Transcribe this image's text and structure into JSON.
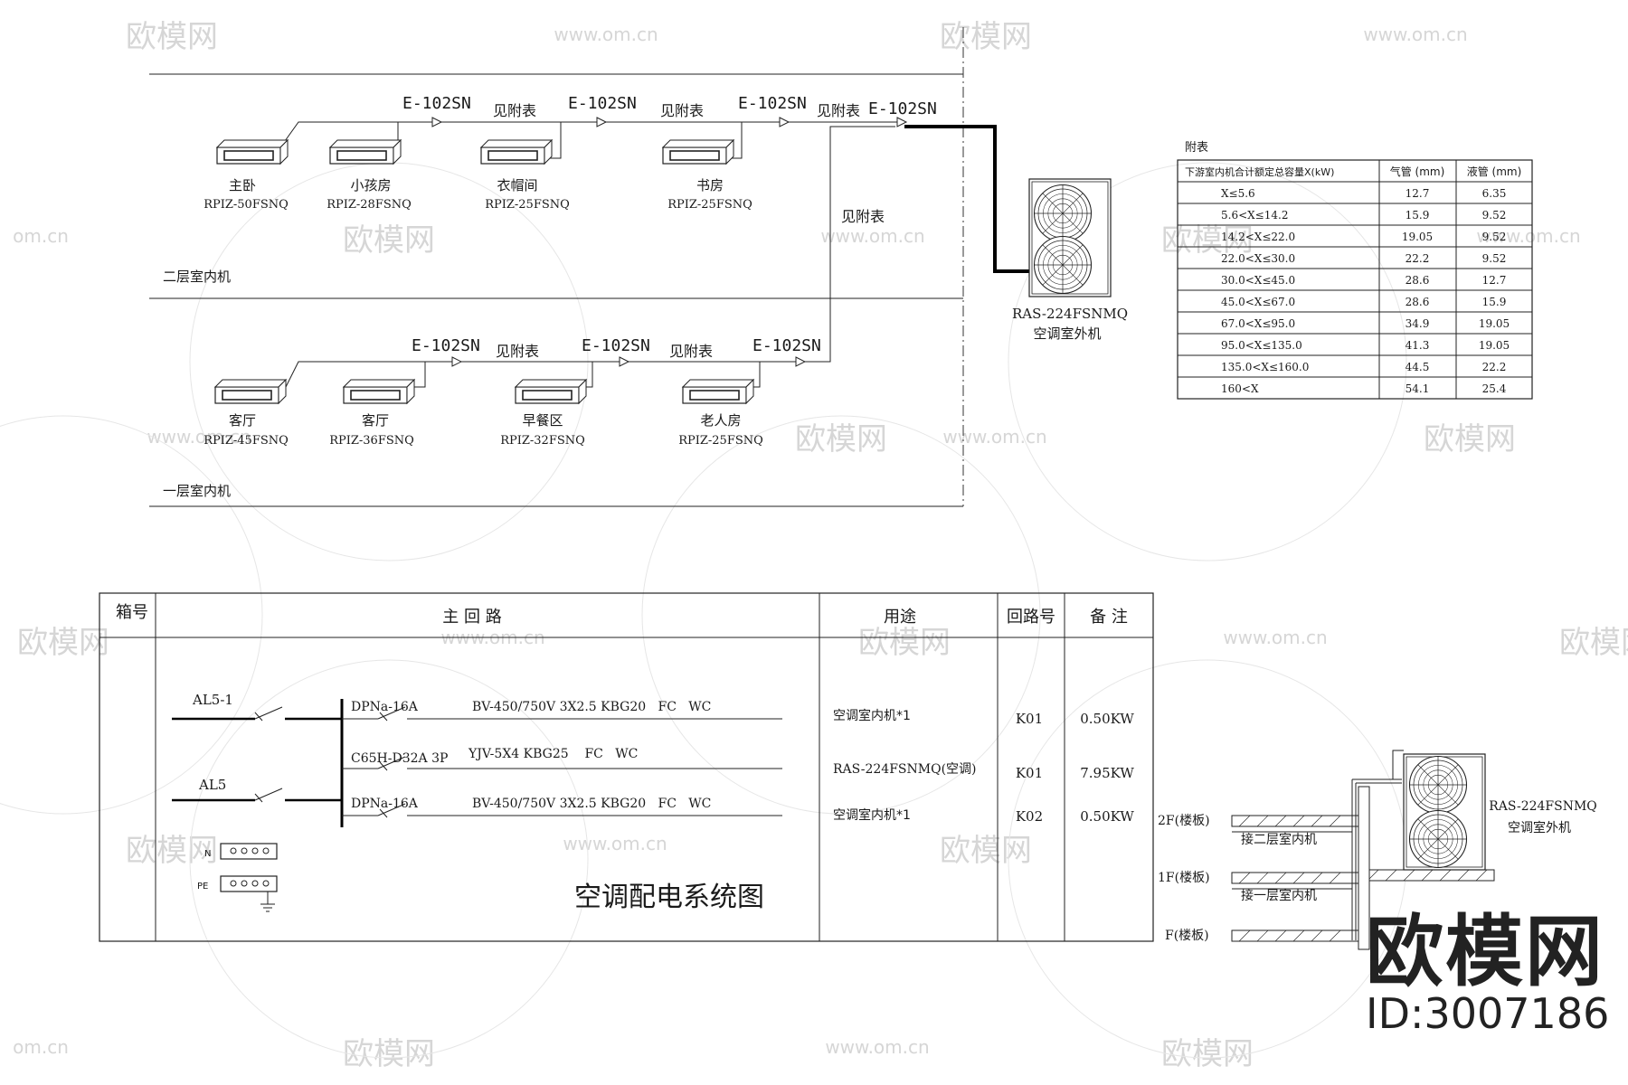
{
  "watermark": {
    "brand": "欧模网",
    "site": "www.om.cn",
    "site_fragment": "om.cn"
  },
  "logo": {
    "brand": "欧模网",
    "id": "ID:3007186"
  },
  "system": {
    "floor2_label": "二层室内机",
    "floor1_label": "一层室内机",
    "branch_model": "E-102SN",
    "see_table": "见附表",
    "floor2_units": [
      {
        "room": "主卧",
        "model": "RPIZ-50FSNQ"
      },
      {
        "room": "小孩房",
        "model": "RPIZ-28FSNQ"
      },
      {
        "room": "衣帽间",
        "model": "RPIZ-25FSNQ"
      },
      {
        "room": "书房",
        "model": "RPIZ-25FSNQ"
      }
    ],
    "floor1_units": [
      {
        "room": "客厅",
        "model": "RPIZ-45FSNQ"
      },
      {
        "room": "客厅",
        "model": "RPIZ-36FSNQ"
      },
      {
        "room": "早餐区",
        "model": "RPIZ-32FSNQ"
      },
      {
        "room": "老人房",
        "model": "RPIZ-25FSNQ"
      }
    ],
    "outdoor_model": "RAS-224FSNMQ",
    "outdoor_label": "空调室外机"
  },
  "pipe_table": {
    "title": "附表",
    "headers": [
      "下游室内机合计额定总容量X(kW)",
      "气管 (mm)",
      "液管 (mm)"
    ],
    "rows": [
      [
        "X≤5.6",
        "12.7",
        "6.35"
      ],
      [
        "5.6<X≤14.2",
        "15.9",
        "9.52"
      ],
      [
        "14.2<X≤22.0",
        "19.05",
        "9.52"
      ],
      [
        "22.0<X≤30.0",
        "22.2",
        "9.52"
      ],
      [
        "30.0<X≤45.0",
        "28.6",
        "12.7"
      ],
      [
        "45.0<X≤67.0",
        "28.6",
        "15.9"
      ],
      [
        "67.0<X≤95.0",
        "34.9",
        "19.05"
      ],
      [
        "95.0<X≤135.0",
        "41.3",
        "19.05"
      ],
      [
        "135.0<X≤160.0",
        "44.5",
        "22.2"
      ],
      [
        "160<X",
        "54.1",
        "25.4"
      ]
    ]
  },
  "distribution": {
    "headers": {
      "box": "箱号",
      "main": "主 回 路",
      "use": "用途",
      "circuit": "回路号",
      "note": "备 注"
    },
    "feeds": [
      "AL5-1",
      "AL5"
    ],
    "breakers": [
      "DPNa-16A",
      "C65H-D32A 3P",
      "DPNa-16A"
    ],
    "cables": [
      "BV-450/750V 3X2.5 KBG20   FC   WC",
      "YJV-5X4 KBG25    FC   WC",
      "BV-450/750V 3X2.5 KBG20   FC   WC"
    ],
    "uses": [
      "空调室内机*1",
      "RAS-224FSNMQ(空调)",
      "空调室内机*1"
    ],
    "circuits": [
      "K01",
      "K01",
      "K02"
    ],
    "notes": [
      "0.50KW",
      "7.95KW",
      "0.50KW"
    ],
    "n_label": "N",
    "pe_label": "PE",
    "title": "空调配电系统图"
  },
  "section": {
    "levels": [
      "2F(楼板)",
      "1F(楼板)",
      "F(楼板)"
    ],
    "to_floor2": "接二层室内机",
    "to_floor1": "接一层室内机",
    "outdoor_model": "RAS-224FSNMQ",
    "outdoor_label": "空调室外机"
  }
}
